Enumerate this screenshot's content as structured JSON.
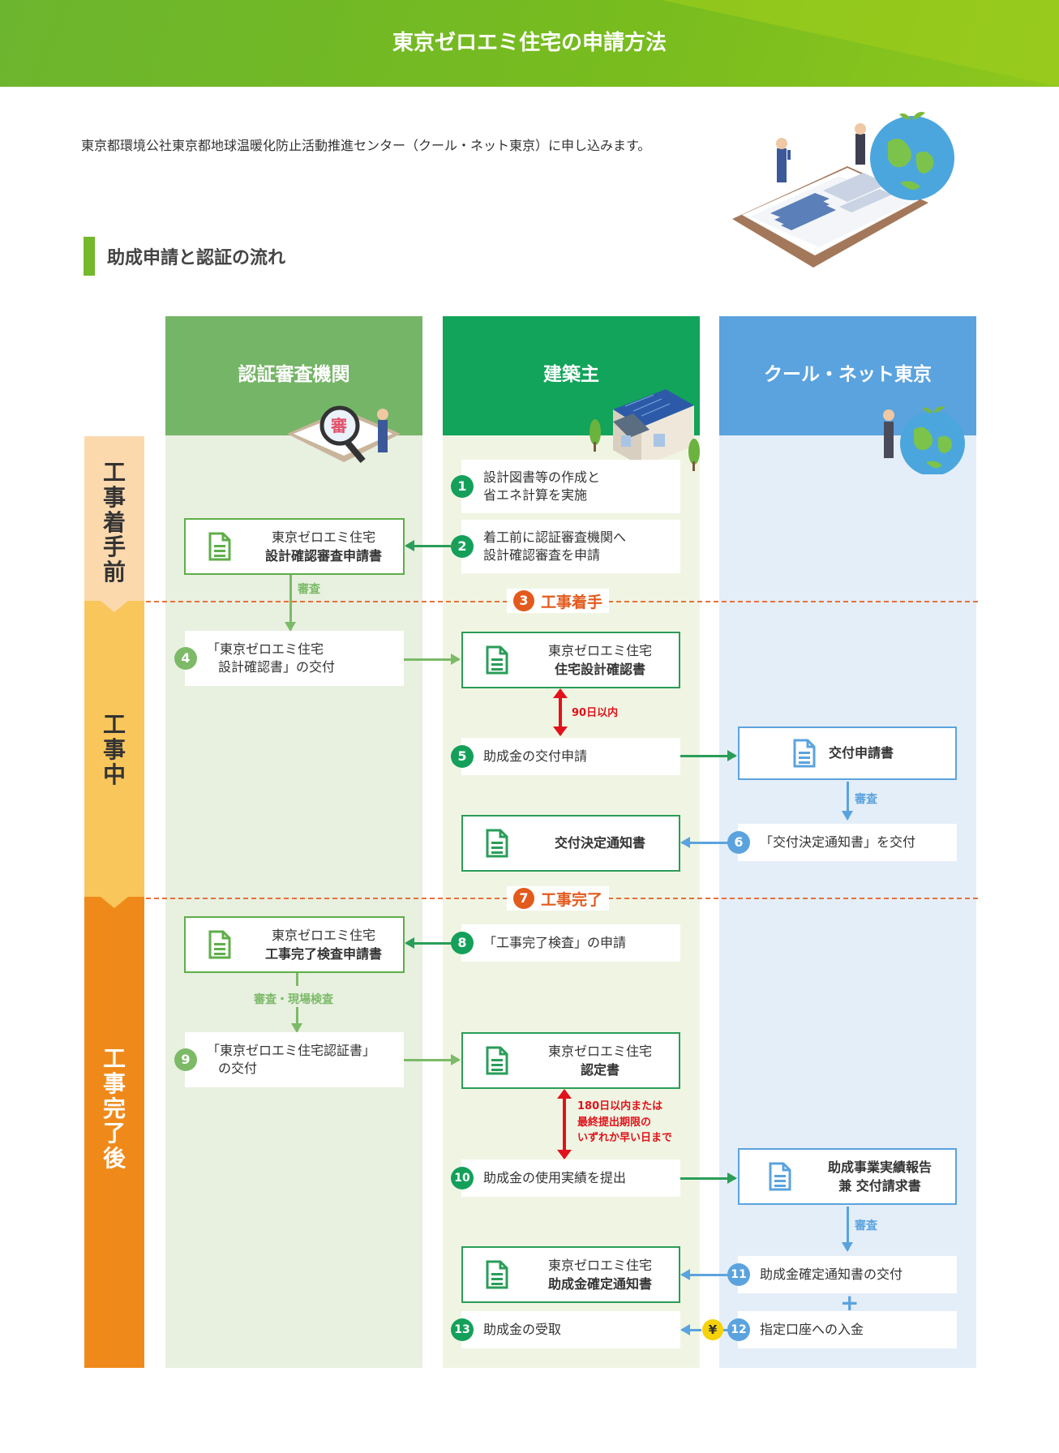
{
  "header": {
    "title": "東京ゼロエミ住宅の申請方法"
  },
  "intro": "東京都環境公社東京都地球温暖化防止活動推進センター（クール・ネット東京）に申し込みます。",
  "section_title": "助成申請と認証の流れ",
  "columns": [
    "認証審査機関",
    "建築主",
    "クール・ネット東京"
  ],
  "phases": {
    "before": [
      "工",
      "事",
      "着",
      "手",
      "前"
    ],
    "during": [
      "工",
      "事",
      "中"
    ],
    "after": [
      "工",
      "事",
      "完",
      "了",
      "後"
    ]
  },
  "milestones": {
    "start": {
      "num": "3",
      "label": "工事着手"
    },
    "complete": {
      "num": "7",
      "label": "工事完了"
    }
  },
  "steps": {
    "s1": {
      "num": "1",
      "line1": "設計図書等の作成と",
      "line2": "省エネ計算を実施"
    },
    "s2": {
      "num": "2",
      "line1": "着工前に認証審査機関へ",
      "line2": "設計確認審査を申請"
    },
    "s4": {
      "num": "4",
      "line1": "「東京ゼロエミ住宅",
      "line2": "設計確認書」の交付"
    },
    "s5": {
      "num": "5",
      "line1": "助成金の交付申請"
    },
    "s6": {
      "num": "6",
      "line1": "「交付決定通知書」を交付"
    },
    "s8": {
      "num": "8",
      "line1": "「工事完了検査」の申請"
    },
    "s9": {
      "num": "9",
      "line1": "「東京ゼロエミ住宅認証書」",
      "line2": "の交付"
    },
    "s10": {
      "num": "10",
      "line1": "助成金の使用実績を提出"
    },
    "s11": {
      "num": "11",
      "line1": "助成金確定通知書の交付"
    },
    "s12": {
      "num": "12",
      "line1": "指定口座への入金"
    },
    "s13": {
      "num": "13",
      "line1": "助成金の受取"
    }
  },
  "docs": {
    "d1": {
      "line1": "東京ゼロエミ住宅",
      "line2": "設計確認審査申請書"
    },
    "d2": {
      "line1": "東京ゼロエミ住宅",
      "line2": "住宅設計確認書"
    },
    "d3": {
      "line1": "交付申請書"
    },
    "d4": {
      "line1": "交付決定通知書"
    },
    "d5": {
      "line1": "東京ゼロエミ住宅",
      "line2": "工事完了検査申請書"
    },
    "d6": {
      "line1": "東京ゼロエミ住宅",
      "line2": "認定書"
    },
    "d7": {
      "line1": "助成事業実績報告",
      "line2": "兼 交付請求書"
    },
    "d8": {
      "line1": "東京ゼロエミ住宅",
      "line2": "助成金確定通知書"
    }
  },
  "labels": {
    "review1": "審査",
    "review2": "審査",
    "review3": "審査・現場検査",
    "review4": "審査",
    "days90": "90日以内",
    "days180_1": "180日以内または",
    "days180_2": "最終提出期限の",
    "days180_3": "いずれか早い日まで",
    "yen": "¥",
    "plus": "+"
  }
}
